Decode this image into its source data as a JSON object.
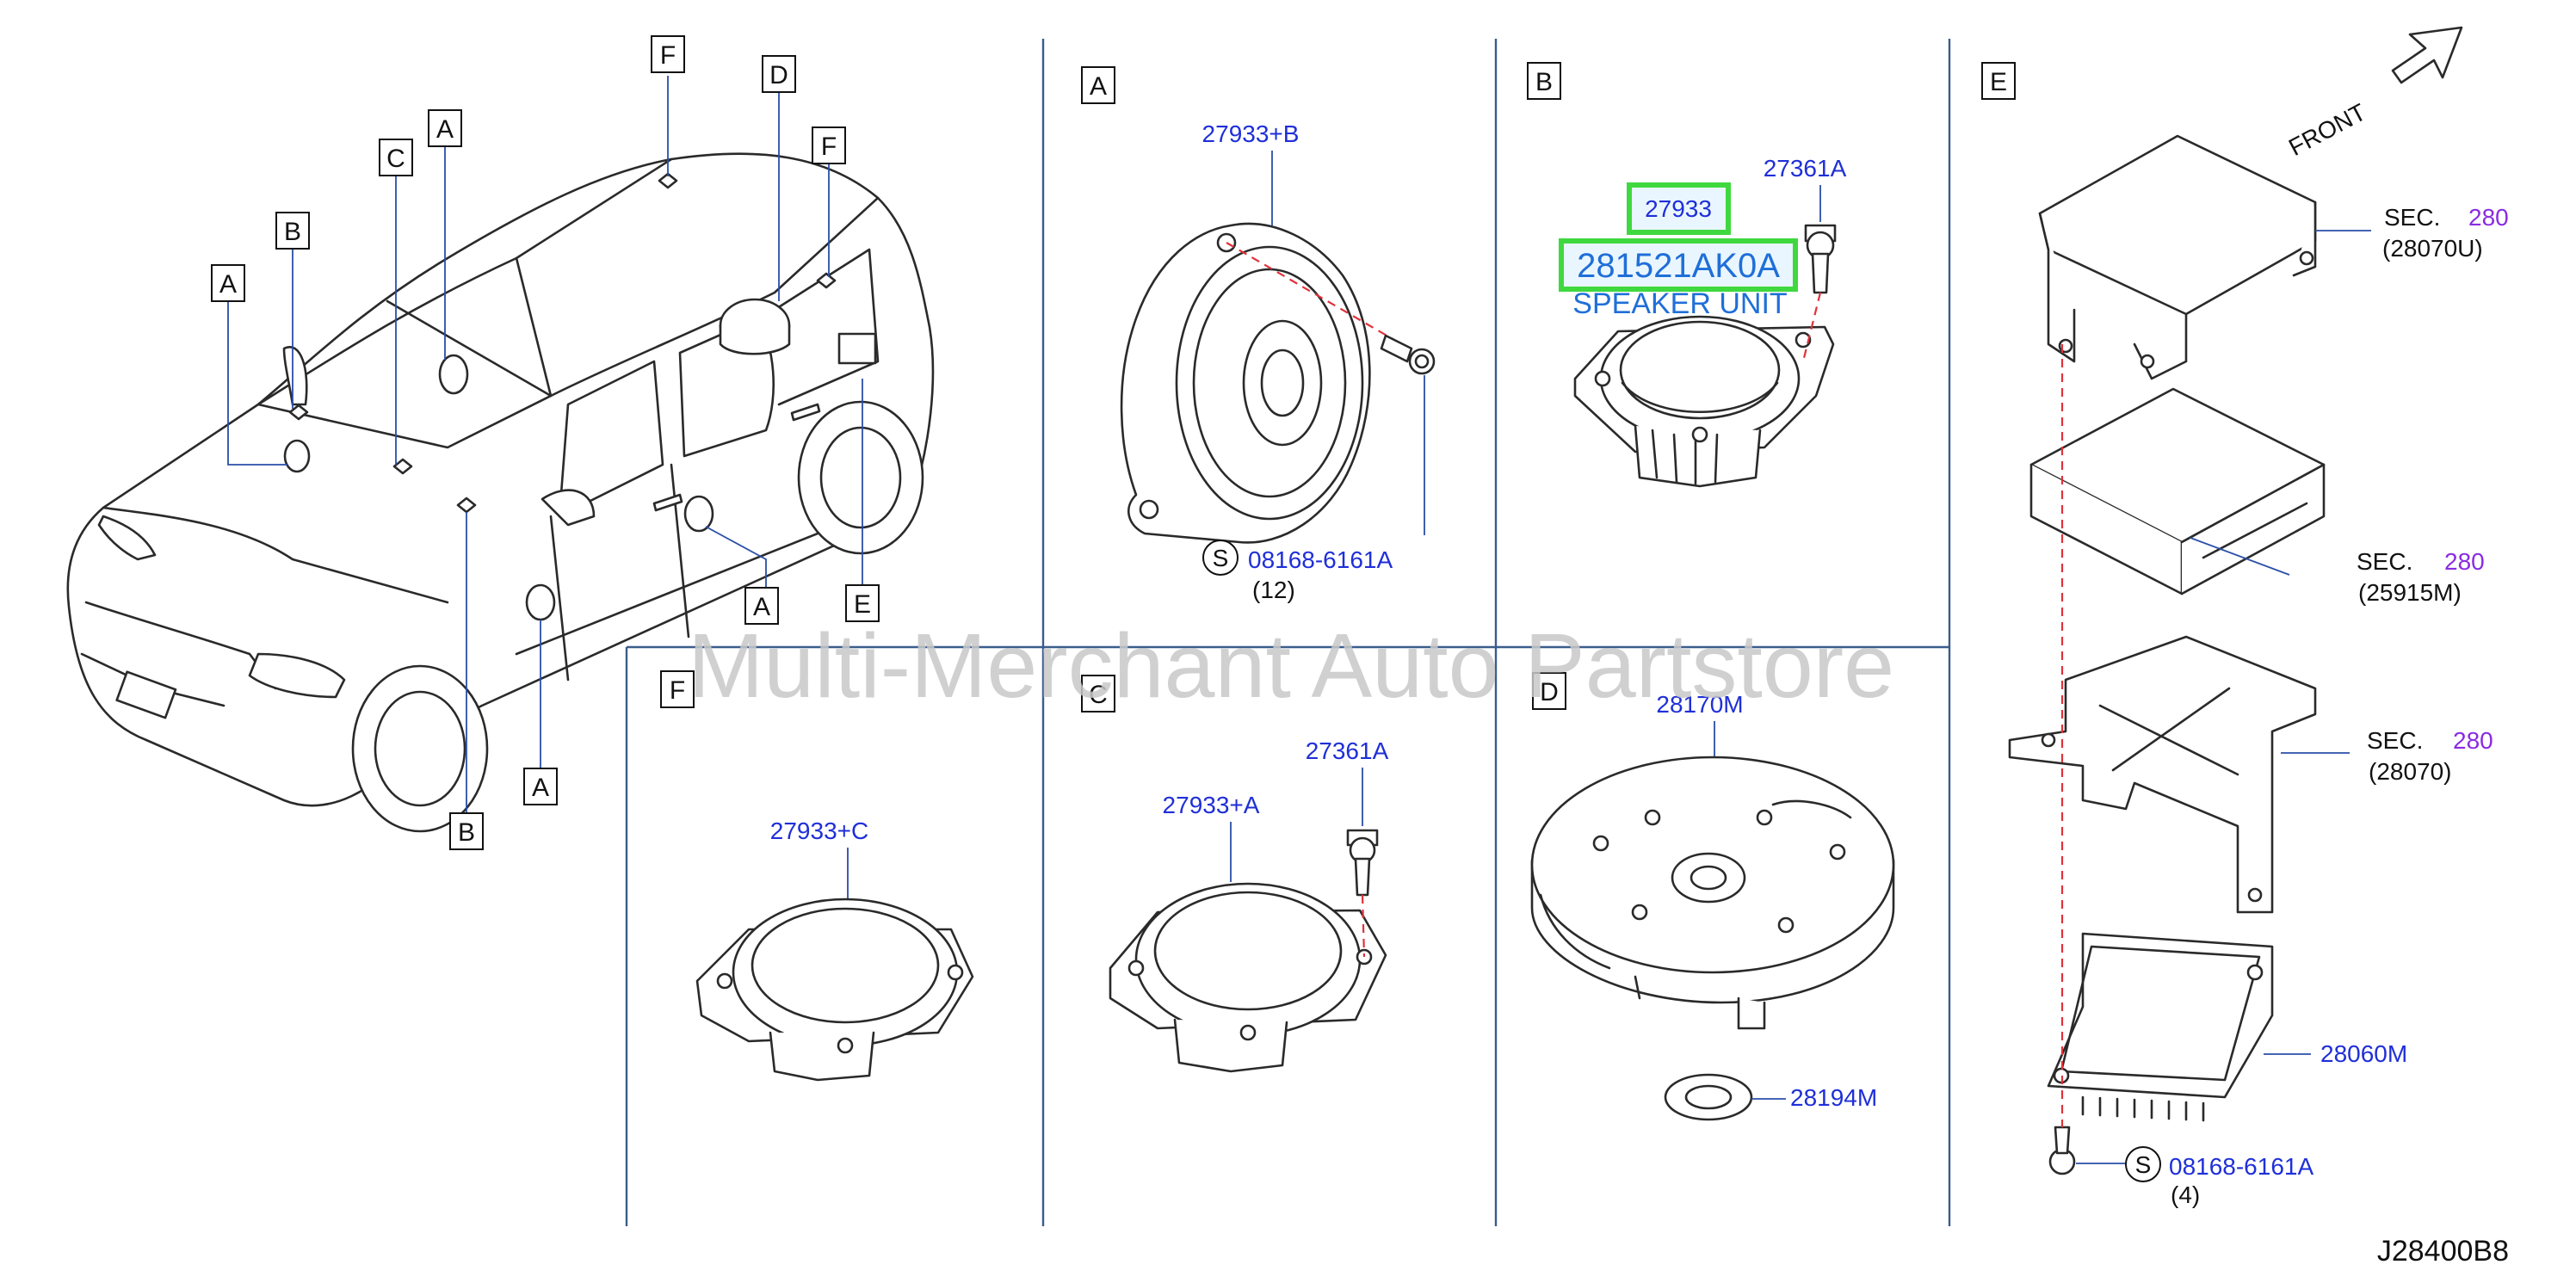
{
  "diagram": {
    "watermark": "Multi-Merchant Auto Partstore",
    "diagram_code": "J28400B8",
    "front_label": "FRONT",
    "car_locators": [
      "F",
      "D",
      "F",
      "A",
      "C",
      "B",
      "A",
      "A",
      "E",
      "A",
      "B"
    ],
    "panels": {
      "A": {
        "label": "A",
        "parts": {
          "speaker": "27933+B",
          "screw": "08168-6161A",
          "screw_symbol": "S",
          "screw_qty": "(12)"
        }
      },
      "B": {
        "label": "B",
        "parts": {
          "speaker": "27933",
          "highlight_part": "281521AK0A",
          "highlight_name": "SPEAKER UNIT",
          "screw": "27361A"
        }
      },
      "C": {
        "label": "C",
        "parts": {
          "speaker": "27933+A",
          "screw": "27361A"
        }
      },
      "D": {
        "label": "D",
        "parts": {
          "woofer": "28170M",
          "pad": "28194M"
        }
      },
      "E": {
        "label": "E",
        "parts": {
          "bracket_sec": "SEC.",
          "bracket_sec_num": "280",
          "bracket_ref": "(28070U)",
          "unit_sec": "SEC.",
          "unit_sec_num": "280",
          "unit_ref": "(25915M)",
          "plate_sec": "SEC.",
          "plate_sec_num": "280",
          "plate_ref": "(28070)",
          "amp": "28060M",
          "screw": "08168-6161A",
          "screw_symbol": "S",
          "screw_qty": "(4)"
        }
      },
      "F": {
        "label": "F",
        "parts": {
          "speaker": "27933+C"
        }
      }
    }
  }
}
